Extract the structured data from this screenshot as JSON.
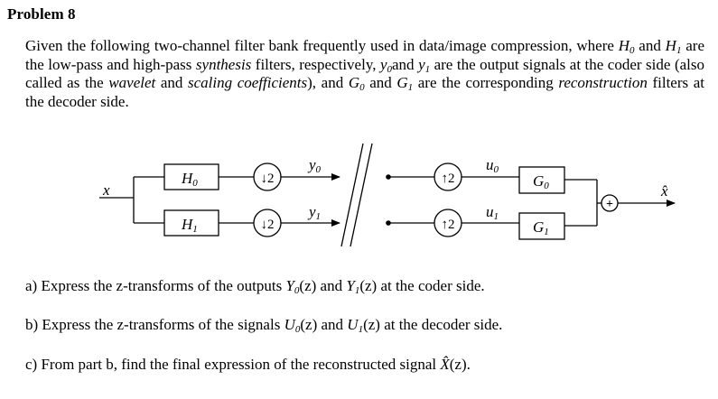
{
  "problem": {
    "title": "Problem 8"
  },
  "intro": {
    "s1": "Given the following two-channel filter bank frequently used in data/image compression, where",
    "h0": "H",
    "sub0": "0",
    "and1": " and ",
    "h1": "H",
    "sub1": "1",
    "s2": " are the low-pass and high-pass ",
    "synthesis": "synthesis",
    "s3": " filters, respectively, ",
    "y0": "y",
    "y0sub": "0",
    "and2": "and ",
    "y1": "y",
    "y1sub": "1",
    "s4": " are the output signals at the coder side (also called as the ",
    "wavelet": "wavelet",
    "and3": " and ",
    "scaling": "scaling coefficients",
    "s5": "), and ",
    "g0": "G",
    "g0sub": "0",
    "and4": " and ",
    "g1": "G",
    "g1sub": "1",
    "s6": " are the corresponding ",
    "reconstruction": "reconstruction",
    "s7": " filters at the decoder side."
  },
  "diagram": {
    "input": "x",
    "filter_h0": "H",
    "filter_h0_sub": "0",
    "filter_h1": "H",
    "filter_h1_sub": "1",
    "down": "↓2",
    "up": "↑2",
    "out_y0": "y",
    "out_y0_sub": "0",
    "out_y1": "y",
    "out_y1_sub": "1",
    "sig_u0": "u",
    "sig_u0_sub": "0",
    "sig_u1": "u",
    "sig_u1_sub": "1",
    "filter_g0": "G",
    "filter_g0_sub": "0",
    "filter_g1": "G",
    "filter_g1_sub": "1",
    "adder": "+",
    "output": "x̂"
  },
  "questions": {
    "a": {
      "pre": "a) Express the z-transforms of the outputs ",
      "v1": "Y",
      "v1sub": "0",
      "arg1": "(z)",
      "mid": " and ",
      "v2": "Y",
      "v2sub": "1",
      "arg2": "(z)",
      "post": " at the coder side."
    },
    "b": {
      "pre": "b) Express the z-transforms of the signals ",
      "v1": "U",
      "v1sub": "0",
      "arg1": "(z)",
      "mid": " and ",
      "v2": "U",
      "v2sub": "1",
      "arg2": "(z)",
      "post": " at the decoder side."
    },
    "c": {
      "pre": "c) From part b, find the final expression of the reconstructed signal ",
      "v1": "X̂",
      "arg1": "(z)",
      "post": "."
    }
  }
}
